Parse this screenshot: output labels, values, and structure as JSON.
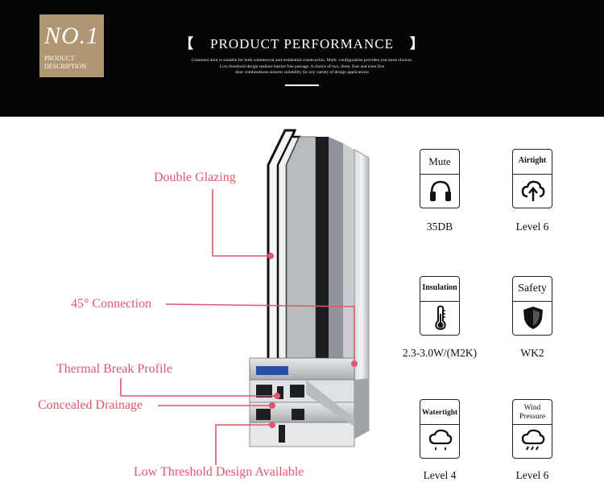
{
  "header": {
    "badge_number": "NO.1",
    "badge_label_1": "PRODUCT",
    "badge_label_2": "DESCRIPTION",
    "bracket_left": "【",
    "bracket_right": "】",
    "title": "PRODUCT PERFORMANCE",
    "description": [
      "Casement door is suitable for both commercial and residential construction. Multi- configuration provides you more choices.",
      "Low threshold design realizes barrier free passage. A choice of two, three, four and even five",
      "door combinations ensures suitability for any variety of design applications"
    ]
  },
  "callouts": [
    "Double Glazing",
    "45° Connection",
    "Thermal Break Profile",
    "Concealed Drainage",
    "Low Threshold Design Available"
  ],
  "features": [
    {
      "title": "Mute",
      "value": "35DB",
      "icon": "headphones-icon"
    },
    {
      "title": "Airtight",
      "value": "Level 6",
      "icon": "cloud-upload-icon"
    },
    {
      "title": "Insulation",
      "value": "2.3-3.0W/(M2K)",
      "icon": "thermometer-icon"
    },
    {
      "title": "Safety",
      "value": "WK2",
      "icon": "shield-icon"
    },
    {
      "title": "Watertight",
      "value": "Level 4",
      "icon": "rain-cloud-icon"
    },
    {
      "title_1": "Wind",
      "title_2": "Pressure",
      "value": "Level 6",
      "icon": "rain-cloud-icon"
    }
  ],
  "colors": {
    "accent": "#e0566d",
    "badge": "#b09672",
    "header": "#050505"
  }
}
